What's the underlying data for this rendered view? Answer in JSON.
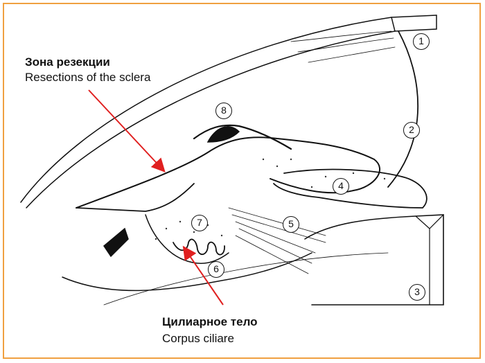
{
  "annotations": {
    "resection": {
      "title": "Зона резекции",
      "subtitle": "Resections of the sclera"
    },
    "ciliary": {
      "title": "Цилиарное тело",
      "subtitle": "Corpus ciliare"
    }
  },
  "markers": [
    "1",
    "2",
    "3",
    "4",
    "5",
    "6",
    "7",
    "8"
  ],
  "colors": {
    "frame": "#f0a040",
    "arrow": "#e02020",
    "ink": "#111111"
  }
}
